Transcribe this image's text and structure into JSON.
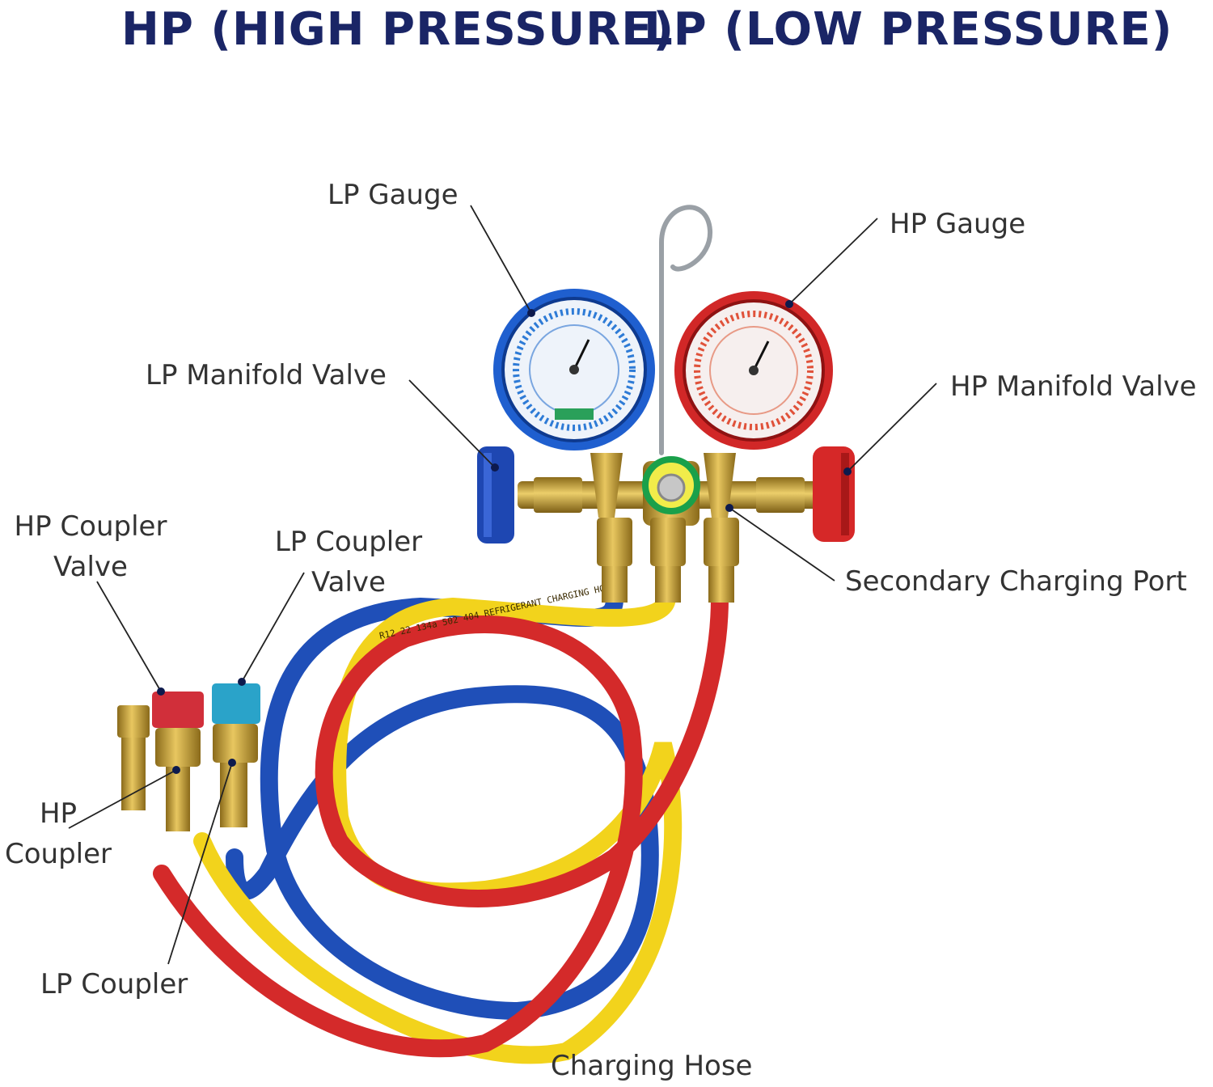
{
  "headings": {
    "hp": "HP (HIGH PRESSURE)",
    "lp": "LP (LOW PRESSURE)",
    "color": "#1a2566"
  },
  "labels": {
    "lp_gauge": "LP Gauge",
    "hp_gauge": "HP Gauge",
    "lp_manifold_valve": "LP Manifold Valve",
    "hp_manifold_valve": "HP Manifold Valve",
    "hp_coupler_valve_1": "HP Coupler",
    "hp_coupler_valve_2": "Valve",
    "lp_coupler_valve_1": "LP Coupler",
    "lp_coupler_valve_2": "Valve",
    "secondary_charging_port": "Secondary Charging Port",
    "hp_coupler_1": "HP",
    "hp_coupler_2": "Coupler",
    "lp_coupler": "LP Coupler",
    "charging_hose": "Charging Hose"
  },
  "hose_text": {
    "refrigerant_charging": "R12 22 134a 502 404  REFRIGERANT  CHARGING  HOSE"
  },
  "colors": {
    "blue": "#1f4fb8",
    "red": "#d42a2a",
    "yellow": "#f2d31c",
    "brass": "#c9a236",
    "marker": "#0d1a4d",
    "leader": "#222222"
  }
}
